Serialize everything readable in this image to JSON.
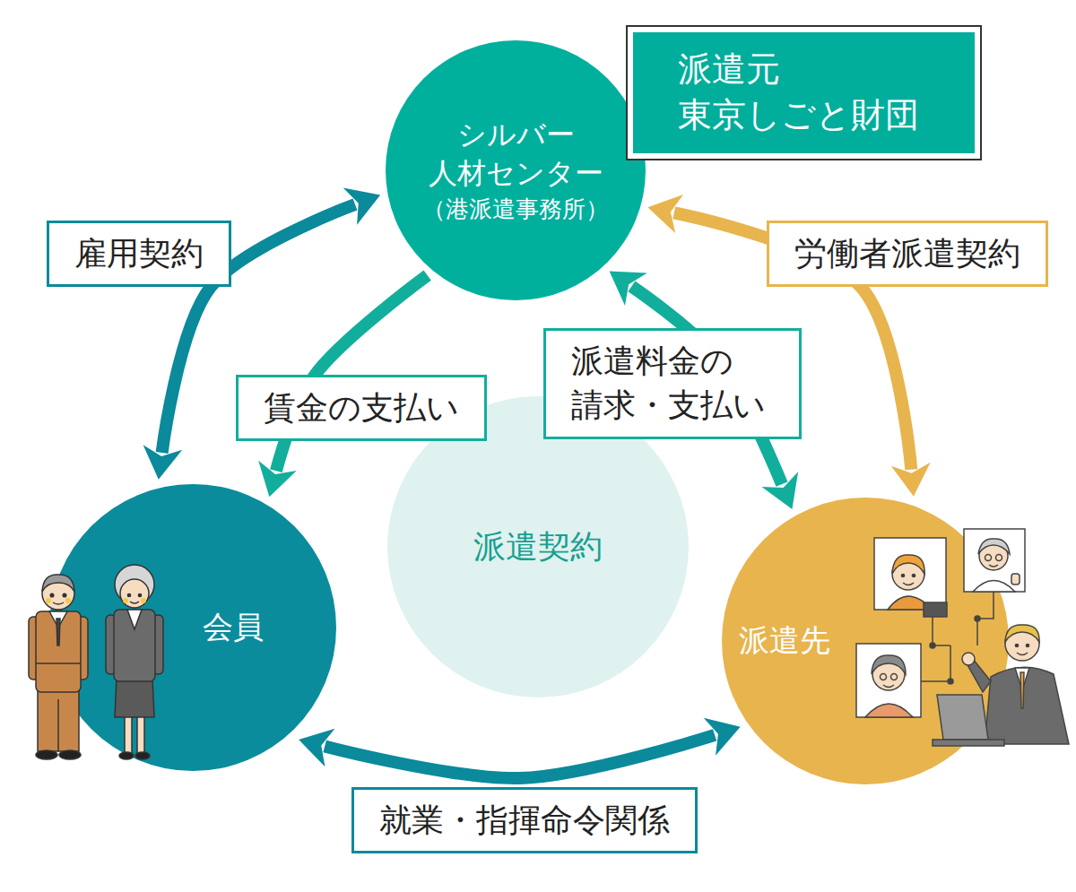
{
  "diagram": {
    "nodes": [
      {
        "text": [
          "シルバー 人材センター",
          "（港派遣事務所）"
        ]
      },
      {
        "text": [
          "派遣元 東京しごと財団"
        ]
      },
      {
        "text": [
          "会員"
        ]
      },
      {
        "text": [
          "派遣契約"
        ]
      },
      {
        "text": [
          "派遣先"
        ]
      }
    ],
    "edges": [
      {
        "from": 0,
        "to": 2,
        "arrow": "both",
        "label": "雇用契約"
      },
      {
        "from": 0,
        "to": 2,
        "arrow": "to",
        "label": "賃金の支払い"
      },
      {
        "from": 0,
        "to": 4,
        "arrow": "both",
        "label": "派遣料金の 請求・支払い"
      },
      {
        "from": 0,
        "to": 4,
        "arrow": "both",
        "label": "労働者派遣契約"
      },
      {
        "from": 2,
        "to": 4,
        "arrow": "both",
        "label": "就業・指揮命令関係"
      }
    ]
  }
}
